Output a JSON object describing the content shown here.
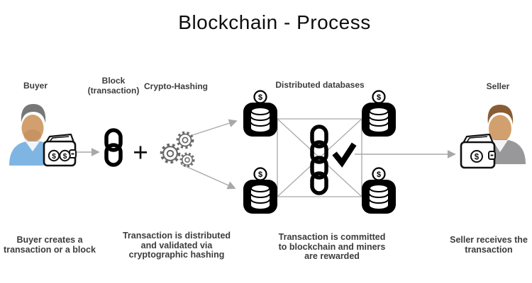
{
  "title": "Blockchain - Process",
  "labels": {
    "buyer": "Buyer",
    "block": [
      "Block",
      "(transaction)"
    ],
    "crypto": "Crypto-Hashing",
    "distributed": "Distributed databases",
    "seller": "Seller"
  },
  "captions": {
    "buyer": [
      "Buyer creates a",
      "transaction or a block"
    ],
    "hashing": [
      "Transaction is distributed",
      "and validated via",
      "cryptographic hashing"
    ],
    "commit": [
      "Transaction is committed",
      "to blockchain and miners",
      "are rewarded"
    ],
    "seller": [
      "Seller receives the",
      "transaction"
    ]
  },
  "symbols": {
    "plus": "+",
    "dollar": "$"
  },
  "icons": {
    "buyer_avatar": "person-blue-shirt",
    "seller_avatar": "person-gray-suit",
    "wallet": "wallet-with-dollar",
    "block_chain": "two-chain-links",
    "gears": "three-gears",
    "database": "black-db-cylinder-with-dollar-badge",
    "center_chain": "four-chain-links",
    "check": "heavy-checkmark",
    "arrow": "gray-arrow"
  },
  "colors": {
    "background": "#ffffff",
    "text": "#3c3c3c",
    "title_text": "#0d0d0d",
    "icon_black": "#000000",
    "line_gray": "#a8a8a8",
    "gear_gray": "#6a6a6a",
    "buyer_shirt": "#7fb5e3",
    "seller_suit": "#98989a",
    "skin": "#d2a06e",
    "buyer_hair": "#777777",
    "seller_hair": "#8a5c34"
  }
}
